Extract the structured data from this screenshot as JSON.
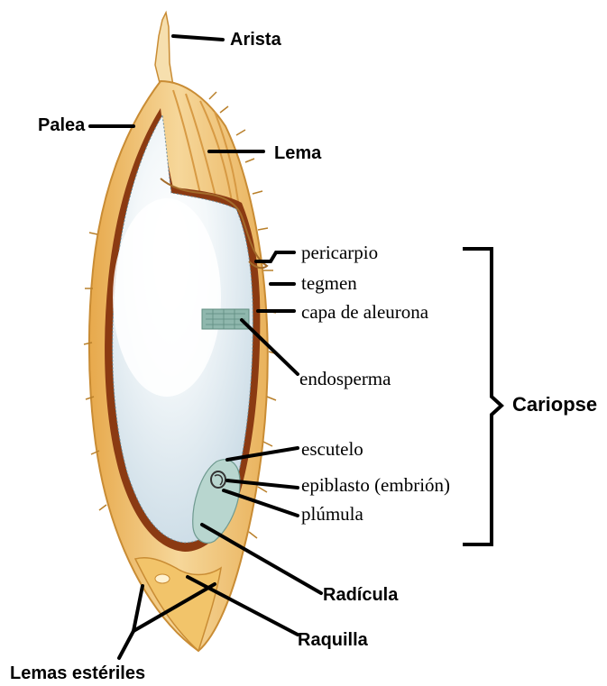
{
  "labels": {
    "arista": "Arista",
    "palea": "Palea",
    "lema": "Lema",
    "pericarpio": "pericarpio",
    "tegmen": "tegmen",
    "capa_aleurona": "capa de aleurona",
    "endosperma": "endosperma",
    "cariopse": "Cariopse",
    "escutelo": "escutelo",
    "epiblasto": "epiblasto (embrión)",
    "plumula": "plúmula",
    "radicula": "Radícula",
    "raquilla": "Raquilla",
    "lemas_esteriles": "Lemas estériles"
  },
  "colors": {
    "husk_outer": "#e8b15a",
    "husk_inner": "#f7e3b5",
    "pericarp": "#8b3a12",
    "endosperm": "#d9e6ee",
    "endosperm_highlight": "#ffffff",
    "aleurone": "#8fb7ad",
    "embryo": "#b8d6cf",
    "line": "#000000"
  }
}
